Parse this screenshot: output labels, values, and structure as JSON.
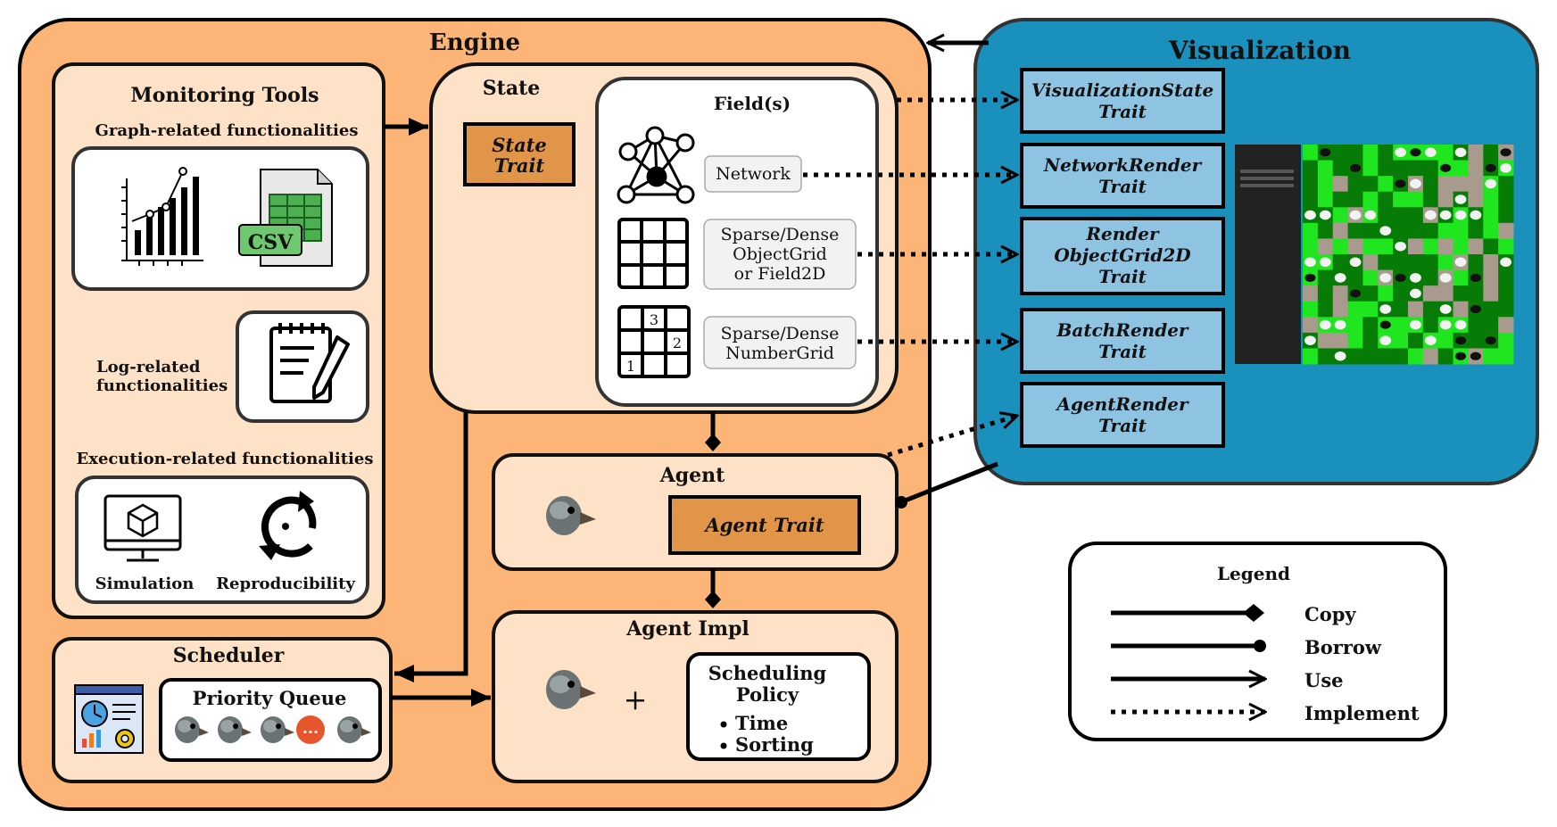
{
  "engine": {
    "title": "Engine"
  },
  "visualization": {
    "title": "Visualization",
    "traits": [
      {
        "line1": "VisualizationState",
        "line2": "Trait"
      },
      {
        "line1": "NetworkRender",
        "line2": "Trait"
      },
      {
        "line1": "Render",
        "line2": "ObjectGrid2D",
        "line3": "Trait"
      },
      {
        "line1": "BatchRender",
        "line2": "Trait"
      },
      {
        "line1": "AgentRender",
        "line2": "Trait"
      }
    ]
  },
  "monitoring": {
    "title": "Monitoring Tools",
    "graph_label": "Graph-related functionalities",
    "csv_badge": "CSV",
    "log_label_1": "Log-related",
    "log_label_2": "functionalities",
    "exec_label": "Execution-related functionalities",
    "simulation": "Simulation",
    "reproducibility": "Reproducibility"
  },
  "state": {
    "title": "State",
    "trait_1": "State",
    "trait_2": "Trait",
    "fields_title": "Field(s)",
    "network": "Network",
    "grid_1": "Sparse/Dense",
    "grid_2": "ObjectGrid",
    "grid_3": "or Field2D",
    "number_1": "Sparse/Dense",
    "number_2": "NumberGrid",
    "num_3": "3",
    "num_2": "2",
    "num_1": "1"
  },
  "agent": {
    "title": "Agent",
    "trait": "Agent Trait"
  },
  "agent_impl": {
    "title": "Agent Impl",
    "plus": "+",
    "policy_1": "Scheduling",
    "policy_2": "Policy",
    "bullet_1": "Time",
    "bullet_2": "Sorting"
  },
  "scheduler": {
    "title": "Scheduler",
    "queue": "Priority Queue",
    "more": "..."
  },
  "legend": {
    "title": "Legend",
    "copy": "Copy",
    "borrow": "Borrow",
    "use": "Use",
    "implement": "Implement"
  },
  "colors": {
    "engine_bg": "#FDB577",
    "panel_bg": "#FDE2C8",
    "trait_bg": "#E09548",
    "vis_bg": "#1A90BD",
    "vis_trait_bg": "#8EC3E2",
    "grass_dark": "#067C06",
    "grass_light": "#20E620",
    "dirt": "#A89B8E"
  }
}
